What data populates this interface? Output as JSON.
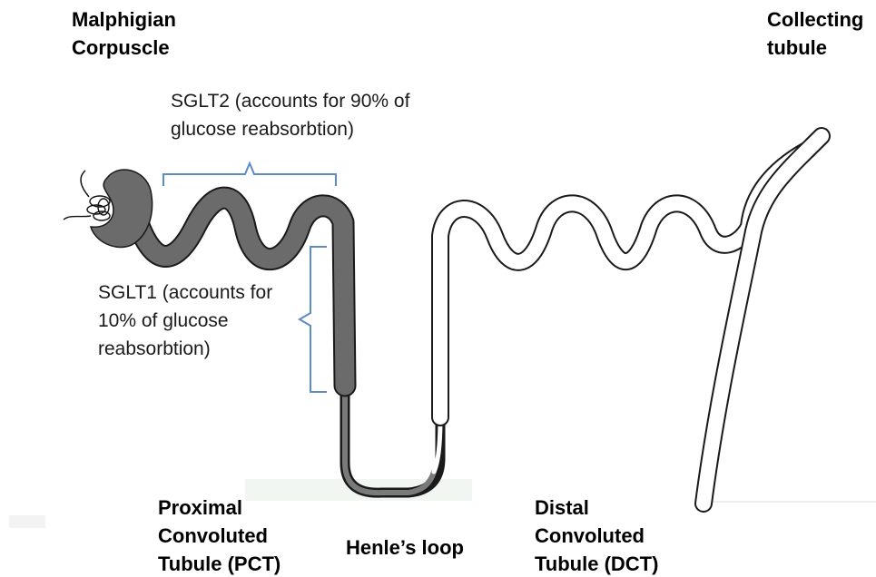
{
  "labels": {
    "malphigian": "Malphigian\nCorpuscle",
    "collecting": "Collecting\ntubule",
    "sglt2": "SGLT2 (accounts for 90% of\nglucose reabsorbtion)",
    "sglt1": "SGLT1 (accounts for\n10% of glucose\nreabsorbtion)",
    "pct": "Proximal\nConvoluted\nTubule (PCT)",
    "henle": "Henle’s loop",
    "dct": "Distal\nConvoluted\nTubule (DCT)"
  },
  "colors": {
    "text": "#000000",
    "tubule_fill": "#6b6b6b",
    "tubule_outline": "#1a1a1a",
    "bracket": "#5b8cc2"
  }
}
